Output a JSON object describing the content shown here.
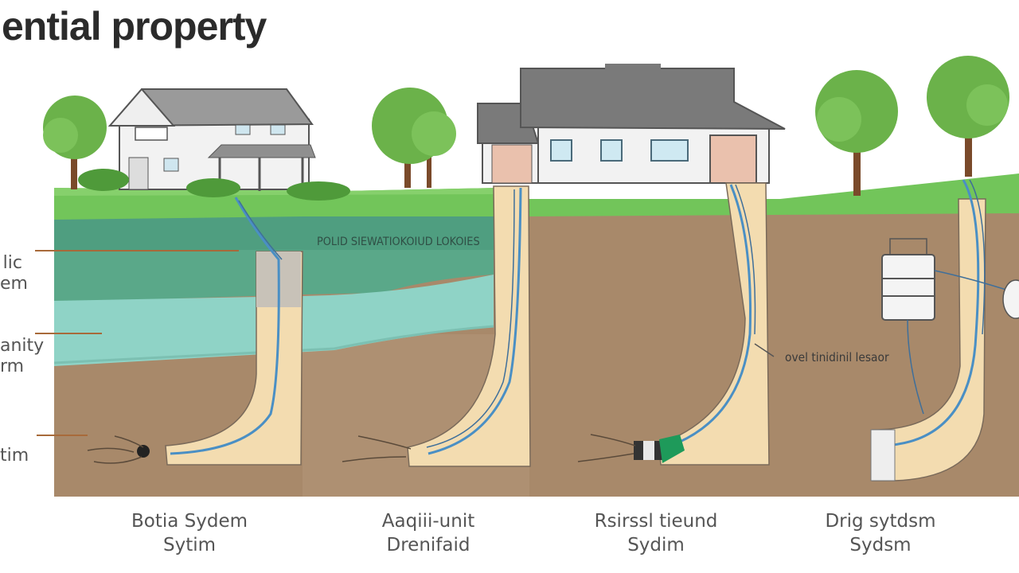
{
  "title": "ential property",
  "side_labels": [
    {
      "line1": "lic",
      "line2": "em"
    },
    {
      "line1": "anity",
      "line2": "rm"
    },
    {
      "line1": "tim",
      "line2": ""
    }
  ],
  "inner_labels": {
    "aquifer": "POLID SIEWATIOKOIUD LOKOIES",
    "right": "ovel tinidinil lesaor"
  },
  "captions": [
    {
      "line1": "Botia Sydem",
      "line2": "Sytim"
    },
    {
      "line1": "Aaqiii-unit",
      "line2": "Drenifaid"
    },
    {
      "line1": "Rsirssl tieund",
      "line2": "Sydim"
    },
    {
      "line1": "Drig sytdsm",
      "line2": "Sydsm"
    }
  ],
  "colors": {
    "grass": "#72c55a",
    "soil": "#a8896a",
    "aquifer_teal": "#5aa889",
    "water": "#8fd3c6",
    "pipe_fill": "#f3dcb0",
    "pipe_line": "#4a8fc4",
    "roof": "#7a7a7a",
    "tree": "#6bb24a"
  },
  "icons": [
    "house-icon",
    "tree-icon",
    "septic-tank-icon",
    "pump-icon"
  ]
}
